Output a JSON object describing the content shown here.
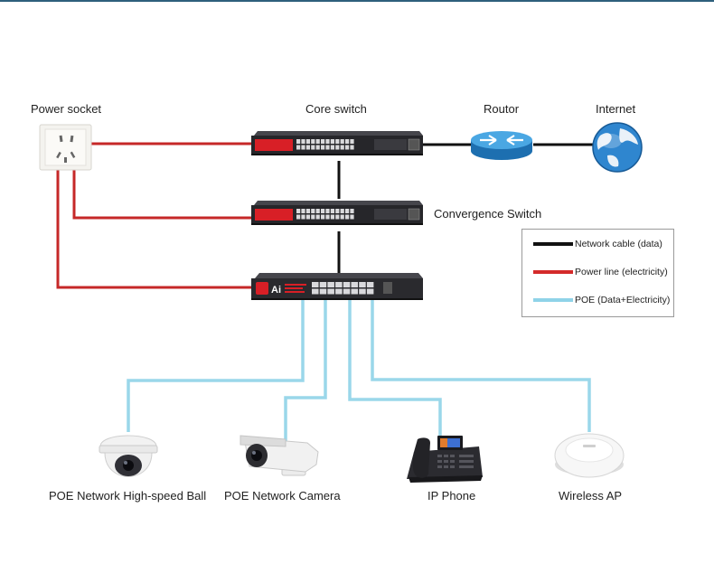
{
  "labels": {
    "power_socket": "Power socket",
    "core_switch": "Core switch",
    "router": "Routor",
    "internet": "Internet",
    "convergence_switch": "Convergence Switch",
    "dome_camera": "POE Network High-speed Ball",
    "bullet_camera": "POE Network Camera",
    "ip_phone": "IP Phone",
    "wireless_ap": "Wireless AP"
  },
  "poe_switch_badge": "Ai",
  "legend": {
    "items": [
      {
        "label": "Network cable (data)",
        "color": "#111111"
      },
      {
        "label": "Power line (electricity)",
        "color": "#d42a2a"
      },
      {
        "label": "POE (Data+Electricity)",
        "color": "#8fd3e8"
      }
    ]
  },
  "colors": {
    "network_cable": "#111111",
    "power_line": "#c62828",
    "poe": "#9ad7ea",
    "switch_body": "#2a2a2e",
    "switch_accent": "#e02424",
    "header_rule": "#2e5f7c"
  }
}
